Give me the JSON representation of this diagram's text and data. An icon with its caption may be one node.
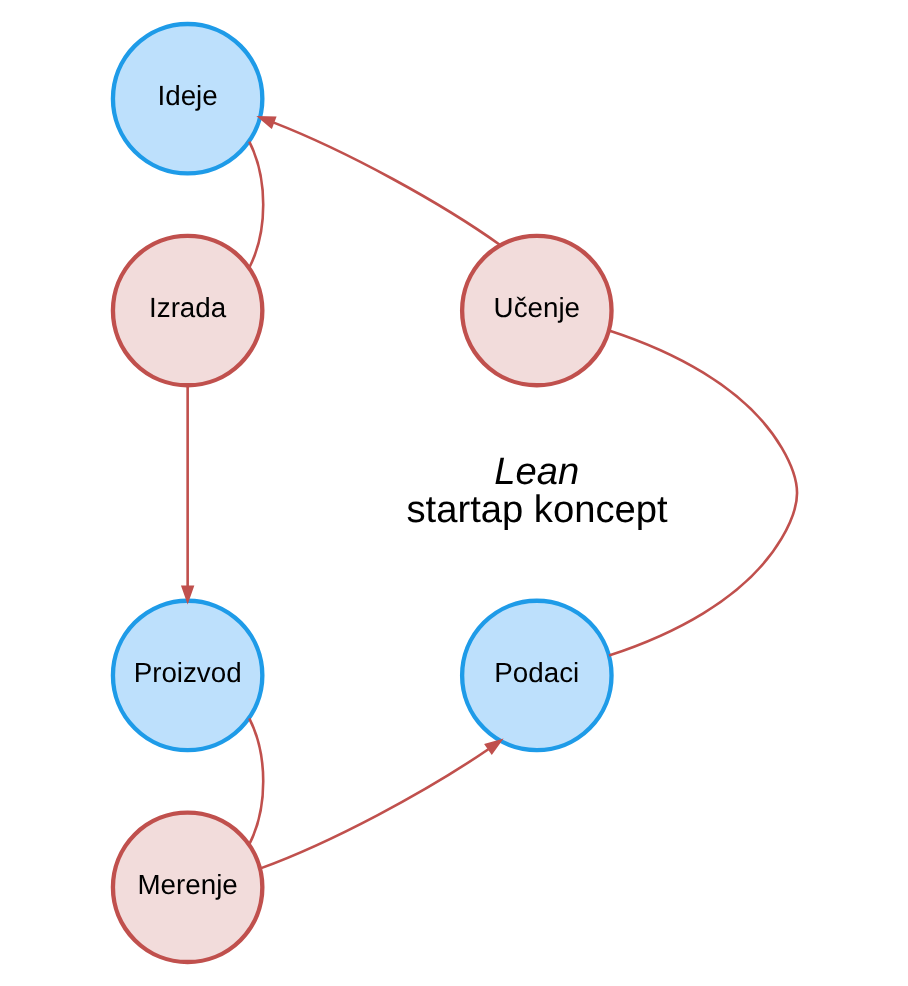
{
  "diagram": {
    "nodes": [
      {
        "text": [
          "Ideje"
        ]
      },
      {
        "text": [
          "Izrada"
        ]
      },
      {
        "text": [
          "Proizvod"
        ]
      },
      {
        "text": [
          "Merenje"
        ]
      },
      {
        "text": [
          "Podaci"
        ]
      },
      {
        "text": [
          "Učenje"
        ]
      }
    ],
    "edges": [
      {
        "from": 0,
        "to": 1,
        "arrow": "none"
      },
      {
        "from": 1,
        "to": 2,
        "arrow": "to"
      },
      {
        "from": 2,
        "to": 3,
        "arrow": "none"
      },
      {
        "from": 3,
        "to": 4,
        "arrow": "to"
      },
      {
        "from": 4,
        "to": 5,
        "arrow": "none"
      },
      {
        "from": 5,
        "to": 0,
        "arrow": "to"
      }
    ],
    "labels": [
      "*Lean* startap koncept"
    ]
  }
}
